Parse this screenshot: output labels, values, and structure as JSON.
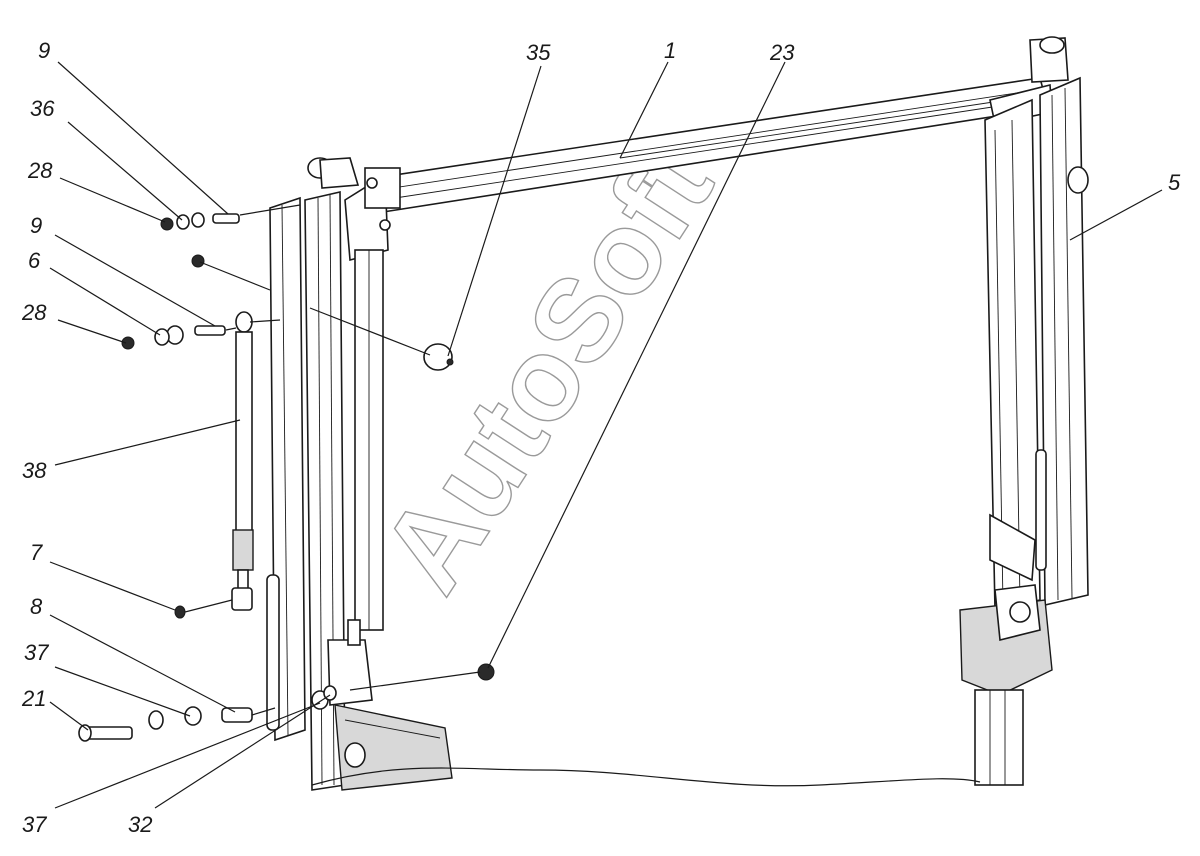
{
  "watermark": "AutoSoft",
  "callouts": [
    {
      "id": "c9a",
      "label": "9"
    },
    {
      "id": "c36",
      "label": "36"
    },
    {
      "id": "c28a",
      "label": "28"
    },
    {
      "id": "c9b",
      "label": "9"
    },
    {
      "id": "c6",
      "label": "6"
    },
    {
      "id": "c28b",
      "label": "28"
    },
    {
      "id": "c38",
      "label": "38"
    },
    {
      "id": "c7",
      "label": "7"
    },
    {
      "id": "c8",
      "label": "8"
    },
    {
      "id": "c37a",
      "label": "37"
    },
    {
      "id": "c21",
      "label": "21"
    },
    {
      "id": "c37b",
      "label": "37"
    },
    {
      "id": "c32",
      "label": "32"
    },
    {
      "id": "c35",
      "label": "35"
    },
    {
      "id": "c1",
      "label": "1"
    },
    {
      "id": "c23",
      "label": "23"
    },
    {
      "id": "c5",
      "label": "5"
    }
  ]
}
